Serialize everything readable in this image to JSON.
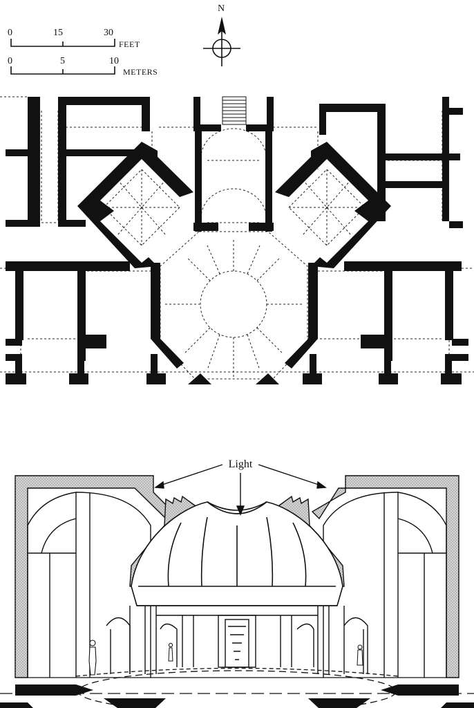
{
  "scale_bar": {
    "feet": {
      "ticks": [
        "0",
        "15",
        "30"
      ],
      "unit": "FEET"
    },
    "meters": {
      "ticks": [
        "0",
        "5",
        "10"
      ],
      "unit": "METERS"
    }
  },
  "north_arrow": {
    "label": "N",
    "icon": "compass-north-icon"
  },
  "section": {
    "callout": "Light"
  },
  "colors": {
    "ink": "#111111",
    "hatch": "#bdbdbd",
    "paper": "#ffffff"
  }
}
